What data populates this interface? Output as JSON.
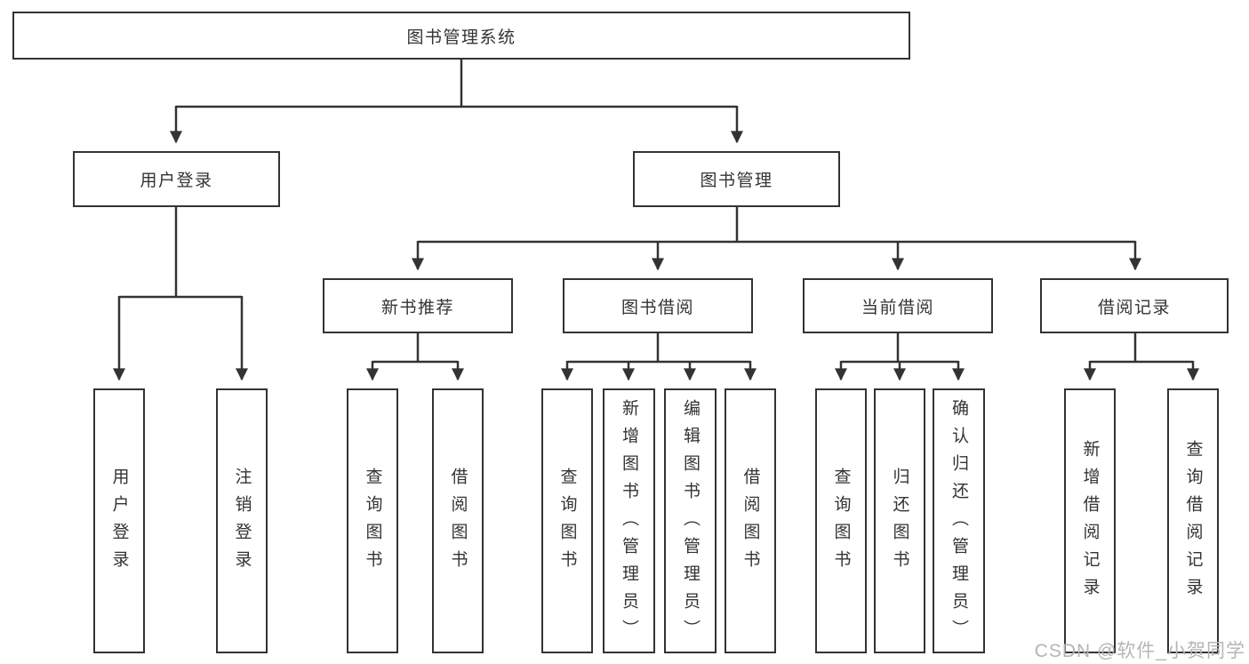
{
  "diagram": {
    "title": "图书管理系统",
    "root": "图书管理系统",
    "user_branch": {
      "label": "用户登录",
      "children": [
        "用户登录",
        "注销登录"
      ]
    },
    "book_branch": {
      "label": "图书管理",
      "groups": [
        {
          "label": "新书推荐",
          "children": [
            "查询图书",
            "借阅图书"
          ]
        },
        {
          "label": "图书借阅",
          "children": [
            "查询图书",
            "新增图书（管理员）",
            "编辑图书（管理员）",
            "借阅图书"
          ]
        },
        {
          "label": "当前借阅",
          "children": [
            "查询图书",
            "归还图书",
            "确认归还（管理员）"
          ]
        },
        {
          "label": "借阅记录",
          "children": [
            "新增借阅记录",
            "查询借阅记录"
          ]
        }
      ]
    }
  },
  "watermark": "CSDN @软件_小贺同学",
  "colors": {
    "line": "#333333",
    "box_border": "#333333",
    "box_fill": "#ffffff",
    "text": "#333333",
    "watermark": "#b5b5b9",
    "background": "#ffffff"
  }
}
